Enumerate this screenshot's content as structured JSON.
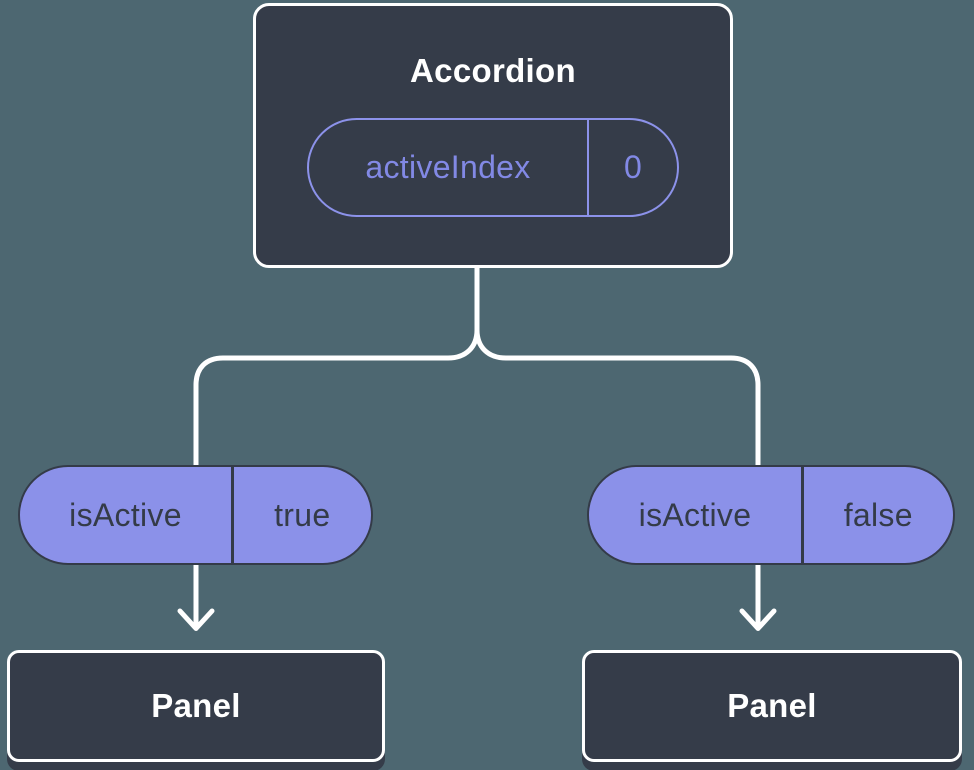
{
  "diagram": {
    "root": {
      "title": "Accordion",
      "prop": {
        "name": "activeIndex",
        "value": "0"
      }
    },
    "branches": [
      {
        "state": {
          "name": "isActive",
          "value": "true"
        },
        "child": {
          "title": "Panel"
        }
      },
      {
        "state": {
          "name": "isActive",
          "value": "false"
        },
        "child": {
          "title": "Panel"
        }
      }
    ]
  },
  "colors": {
    "background": "#4D6771",
    "node_fill": "#353C49",
    "node_border": "#FFFFFF",
    "connector": "#FFFFFF",
    "state_pill_fill": "#8B91E9",
    "state_pill_border": "#343B48",
    "state_pill_text": "#343B48",
    "prop_pill_outline": "#8C92EA",
    "prop_pill_text": "#8289E5",
    "title_text": "#FFFFFF"
  }
}
